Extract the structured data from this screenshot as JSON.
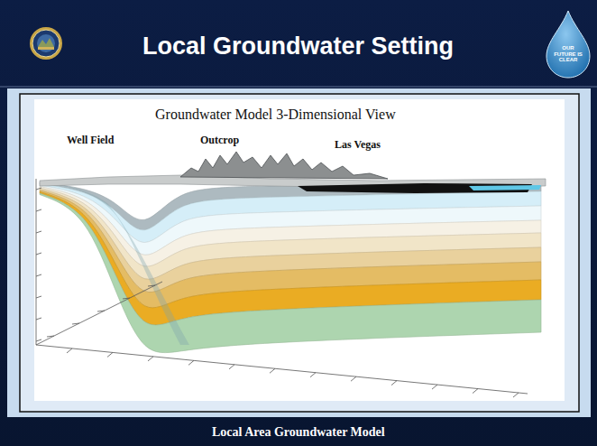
{
  "diagram": {
    "title": "Local Groundwater Setting",
    "caption": "Local Area Groundwater Model",
    "labels": [
      "Groundwater Model 3-Dimensional View",
      "Well Field",
      "Outcrop",
      "Las Vegas",
      "OUR FUTURE IS CLEAR"
    ]
  }
}
